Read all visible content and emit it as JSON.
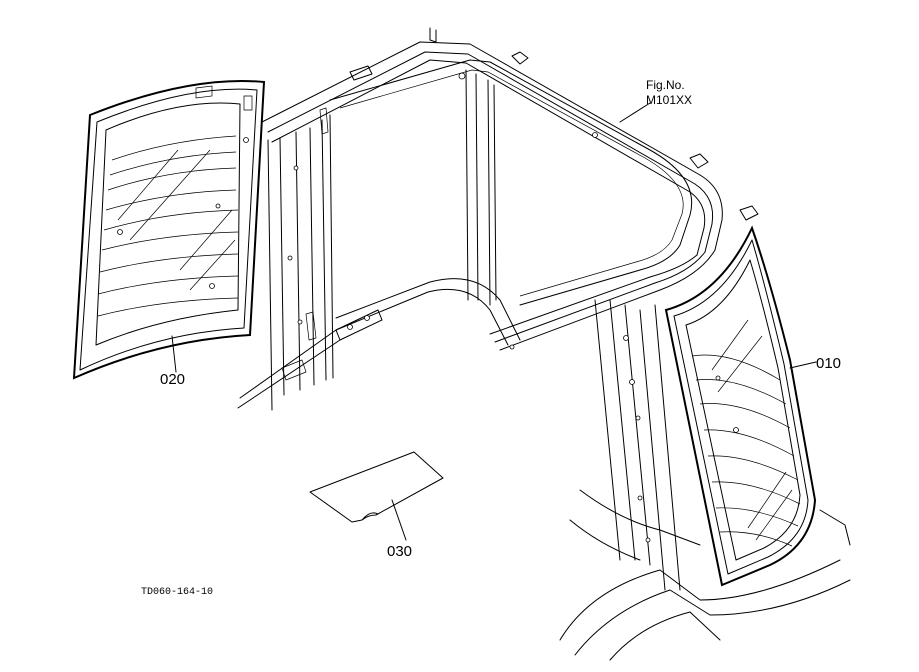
{
  "figure": {
    "fig_no_label": "Fig.No.",
    "fig_no_value": "M101XX",
    "drawing_code": "TD060-164-10"
  },
  "parts": [
    {
      "callout": "010"
    },
    {
      "callout": "020"
    },
    {
      "callout": "030"
    }
  ],
  "colors": {
    "line": "#000000",
    "background": "#ffffff"
  }
}
